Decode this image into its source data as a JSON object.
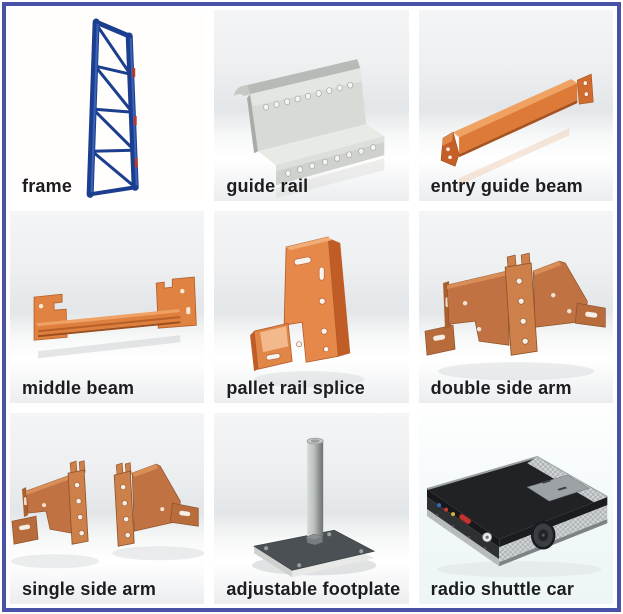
{
  "page": {
    "description": "pallet radio shuttle racking components catalog",
    "border_color": "#4a52a8",
    "background_color": "#ffffff"
  },
  "colors": {
    "frame_blue": "#1c3e8e",
    "component_orange": "#dd7a38",
    "component_copper": "#c17242",
    "steel_gray": "#d8dad6",
    "shuttle_black": "#212226",
    "shuttle_silver": "#b7bbbd",
    "label_text": "#1d1d1f"
  },
  "grid": {
    "cells": [
      {
        "id": "frame",
        "label": "frame"
      },
      {
        "id": "guide-rail",
        "label": "guide rail"
      },
      {
        "id": "entry-guide-beam",
        "label": "entry guide beam"
      },
      {
        "id": "middle-beam",
        "label": "middle beam"
      },
      {
        "id": "pallet-rail-splice",
        "label": "pallet rail splice"
      },
      {
        "id": "double-side-arm",
        "label": "double side arm"
      },
      {
        "id": "single-side-arm",
        "label": "single side arm"
      },
      {
        "id": "adjustable-footplate",
        "label": "adjustable footplate"
      },
      {
        "id": "radio-shuttle-car",
        "label": "radio shuttle car"
      }
    ]
  }
}
